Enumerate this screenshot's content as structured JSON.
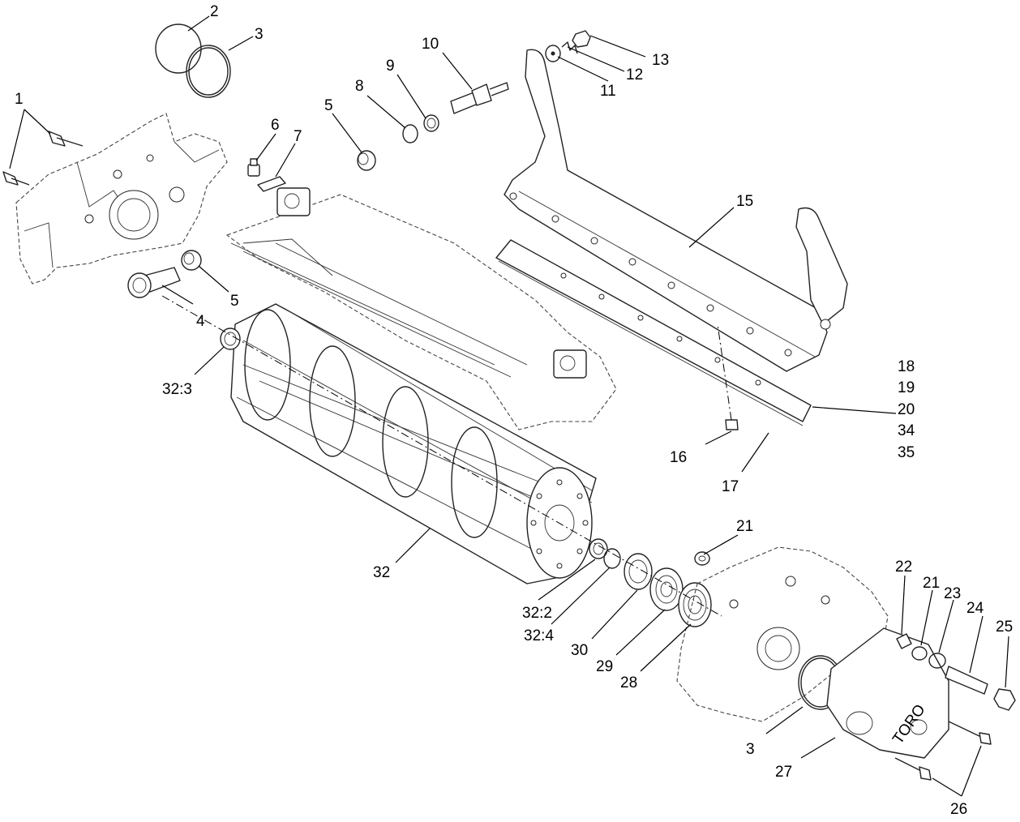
{
  "logo_text": "TORO",
  "callouts": [
    {
      "id": "c1",
      "text": "1"
    },
    {
      "id": "c2",
      "text": "2"
    },
    {
      "id": "c3a",
      "text": "3"
    },
    {
      "id": "c4",
      "text": "4"
    },
    {
      "id": "c5a",
      "text": "5"
    },
    {
      "id": "c5b",
      "text": "5"
    },
    {
      "id": "c6",
      "text": "6"
    },
    {
      "id": "c7",
      "text": "7"
    },
    {
      "id": "c8",
      "text": "8"
    },
    {
      "id": "c9",
      "text": "9"
    },
    {
      "id": "c10",
      "text": "10"
    },
    {
      "id": "c11",
      "text": "11"
    },
    {
      "id": "c12",
      "text": "12"
    },
    {
      "id": "c13",
      "text": "13"
    },
    {
      "id": "c15",
      "text": "15"
    },
    {
      "id": "c16",
      "text": "16"
    },
    {
      "id": "c17",
      "text": "17"
    },
    {
      "id": "c18",
      "text": "18"
    },
    {
      "id": "c19",
      "text": "19"
    },
    {
      "id": "c20",
      "text": "20"
    },
    {
      "id": "c34",
      "text": "34"
    },
    {
      "id": "c35",
      "text": "35"
    },
    {
      "id": "c21a",
      "text": "21"
    },
    {
      "id": "c21b",
      "text": "21"
    },
    {
      "id": "c22",
      "text": "22"
    },
    {
      "id": "c23",
      "text": "23"
    },
    {
      "id": "c24",
      "text": "24"
    },
    {
      "id": "c25",
      "text": "25"
    },
    {
      "id": "c26",
      "text": "26"
    },
    {
      "id": "c27",
      "text": "27"
    },
    {
      "id": "c3b",
      "text": "3"
    },
    {
      "id": "c28",
      "text": "28"
    },
    {
      "id": "c29",
      "text": "29"
    },
    {
      "id": "c30",
      "text": "30"
    },
    {
      "id": "c32_4",
      "text": "32:4"
    },
    {
      "id": "c32_2",
      "text": "32:2"
    },
    {
      "id": "c32",
      "text": "32"
    },
    {
      "id": "c32_3",
      "text": "32:3"
    }
  ]
}
